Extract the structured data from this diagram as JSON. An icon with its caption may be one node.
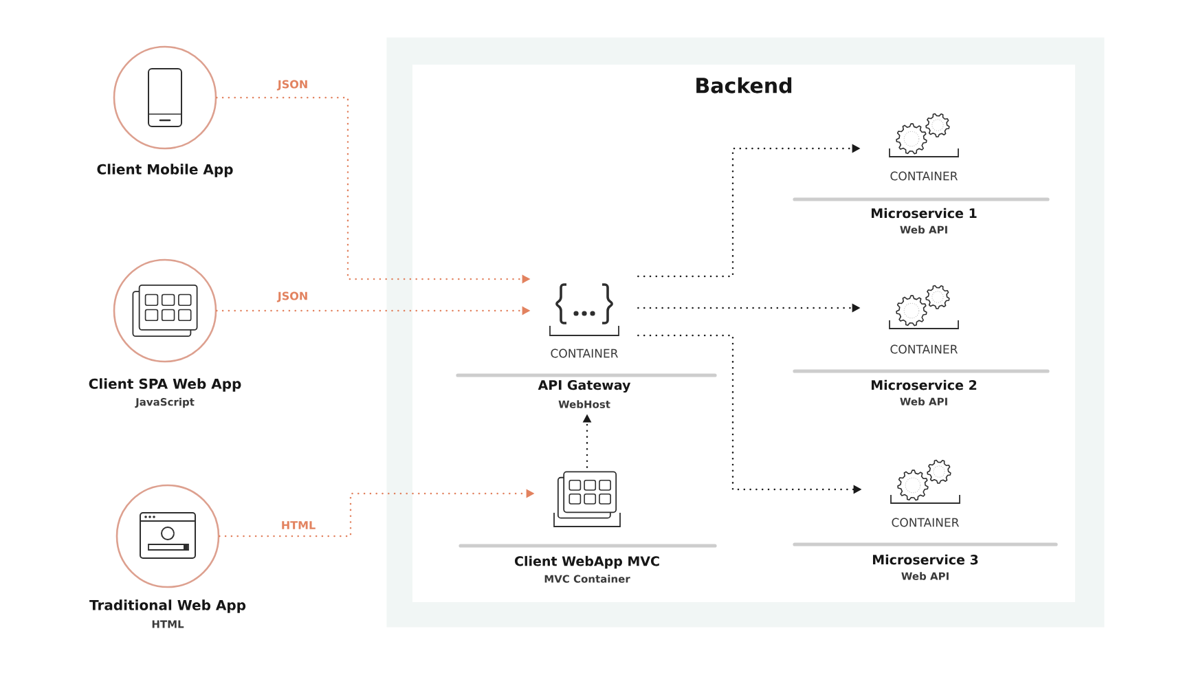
{
  "diagram": {
    "nodes": [
      {
        "text": [
          "Client Mobile App"
        ]
      },
      {
        "text": [
          "Client SPA Web App",
          "JavaScript"
        ]
      },
      {
        "text": [
          "Traditional Web App",
          "HTML"
        ]
      },
      {
        "text": [
          "Backend"
        ]
      },
      {
        "text": [
          "CONTAINER",
          "API Gateway",
          "WebHost"
        ],
        "in": 3
      },
      {
        "text": [
          "CONTAINER",
          "Microservice 1",
          "Web API"
        ],
        "in": 3
      },
      {
        "text": [
          "CONTAINER",
          "Microservice 2",
          "Web API"
        ],
        "in": 3
      },
      {
        "text": [
          "Client WebApp MVC",
          "MVC Container"
        ],
        "in": 3
      },
      {
        "text": [
          "CONTAINER",
          "Microservice 3",
          "Web API"
        ],
        "in": 3
      }
    ],
    "edges": [
      {
        "from": 0,
        "to": 4,
        "arrow": "to",
        "label": "JSON",
        "color": "#e2825f"
      },
      {
        "from": 1,
        "to": 4,
        "arrow": "to",
        "label": "JSON",
        "color": "#e2825f"
      },
      {
        "from": 2,
        "to": 7,
        "arrow": "to",
        "label": "HTML",
        "color": "#e2825f"
      },
      {
        "from": 7,
        "to": 4,
        "arrow": "to"
      },
      {
        "from": 4,
        "to": 5,
        "arrow": "to"
      },
      {
        "from": 4,
        "to": 6,
        "arrow": "to"
      },
      {
        "from": 4,
        "to": 8,
        "arrow": "to"
      }
    ]
  }
}
